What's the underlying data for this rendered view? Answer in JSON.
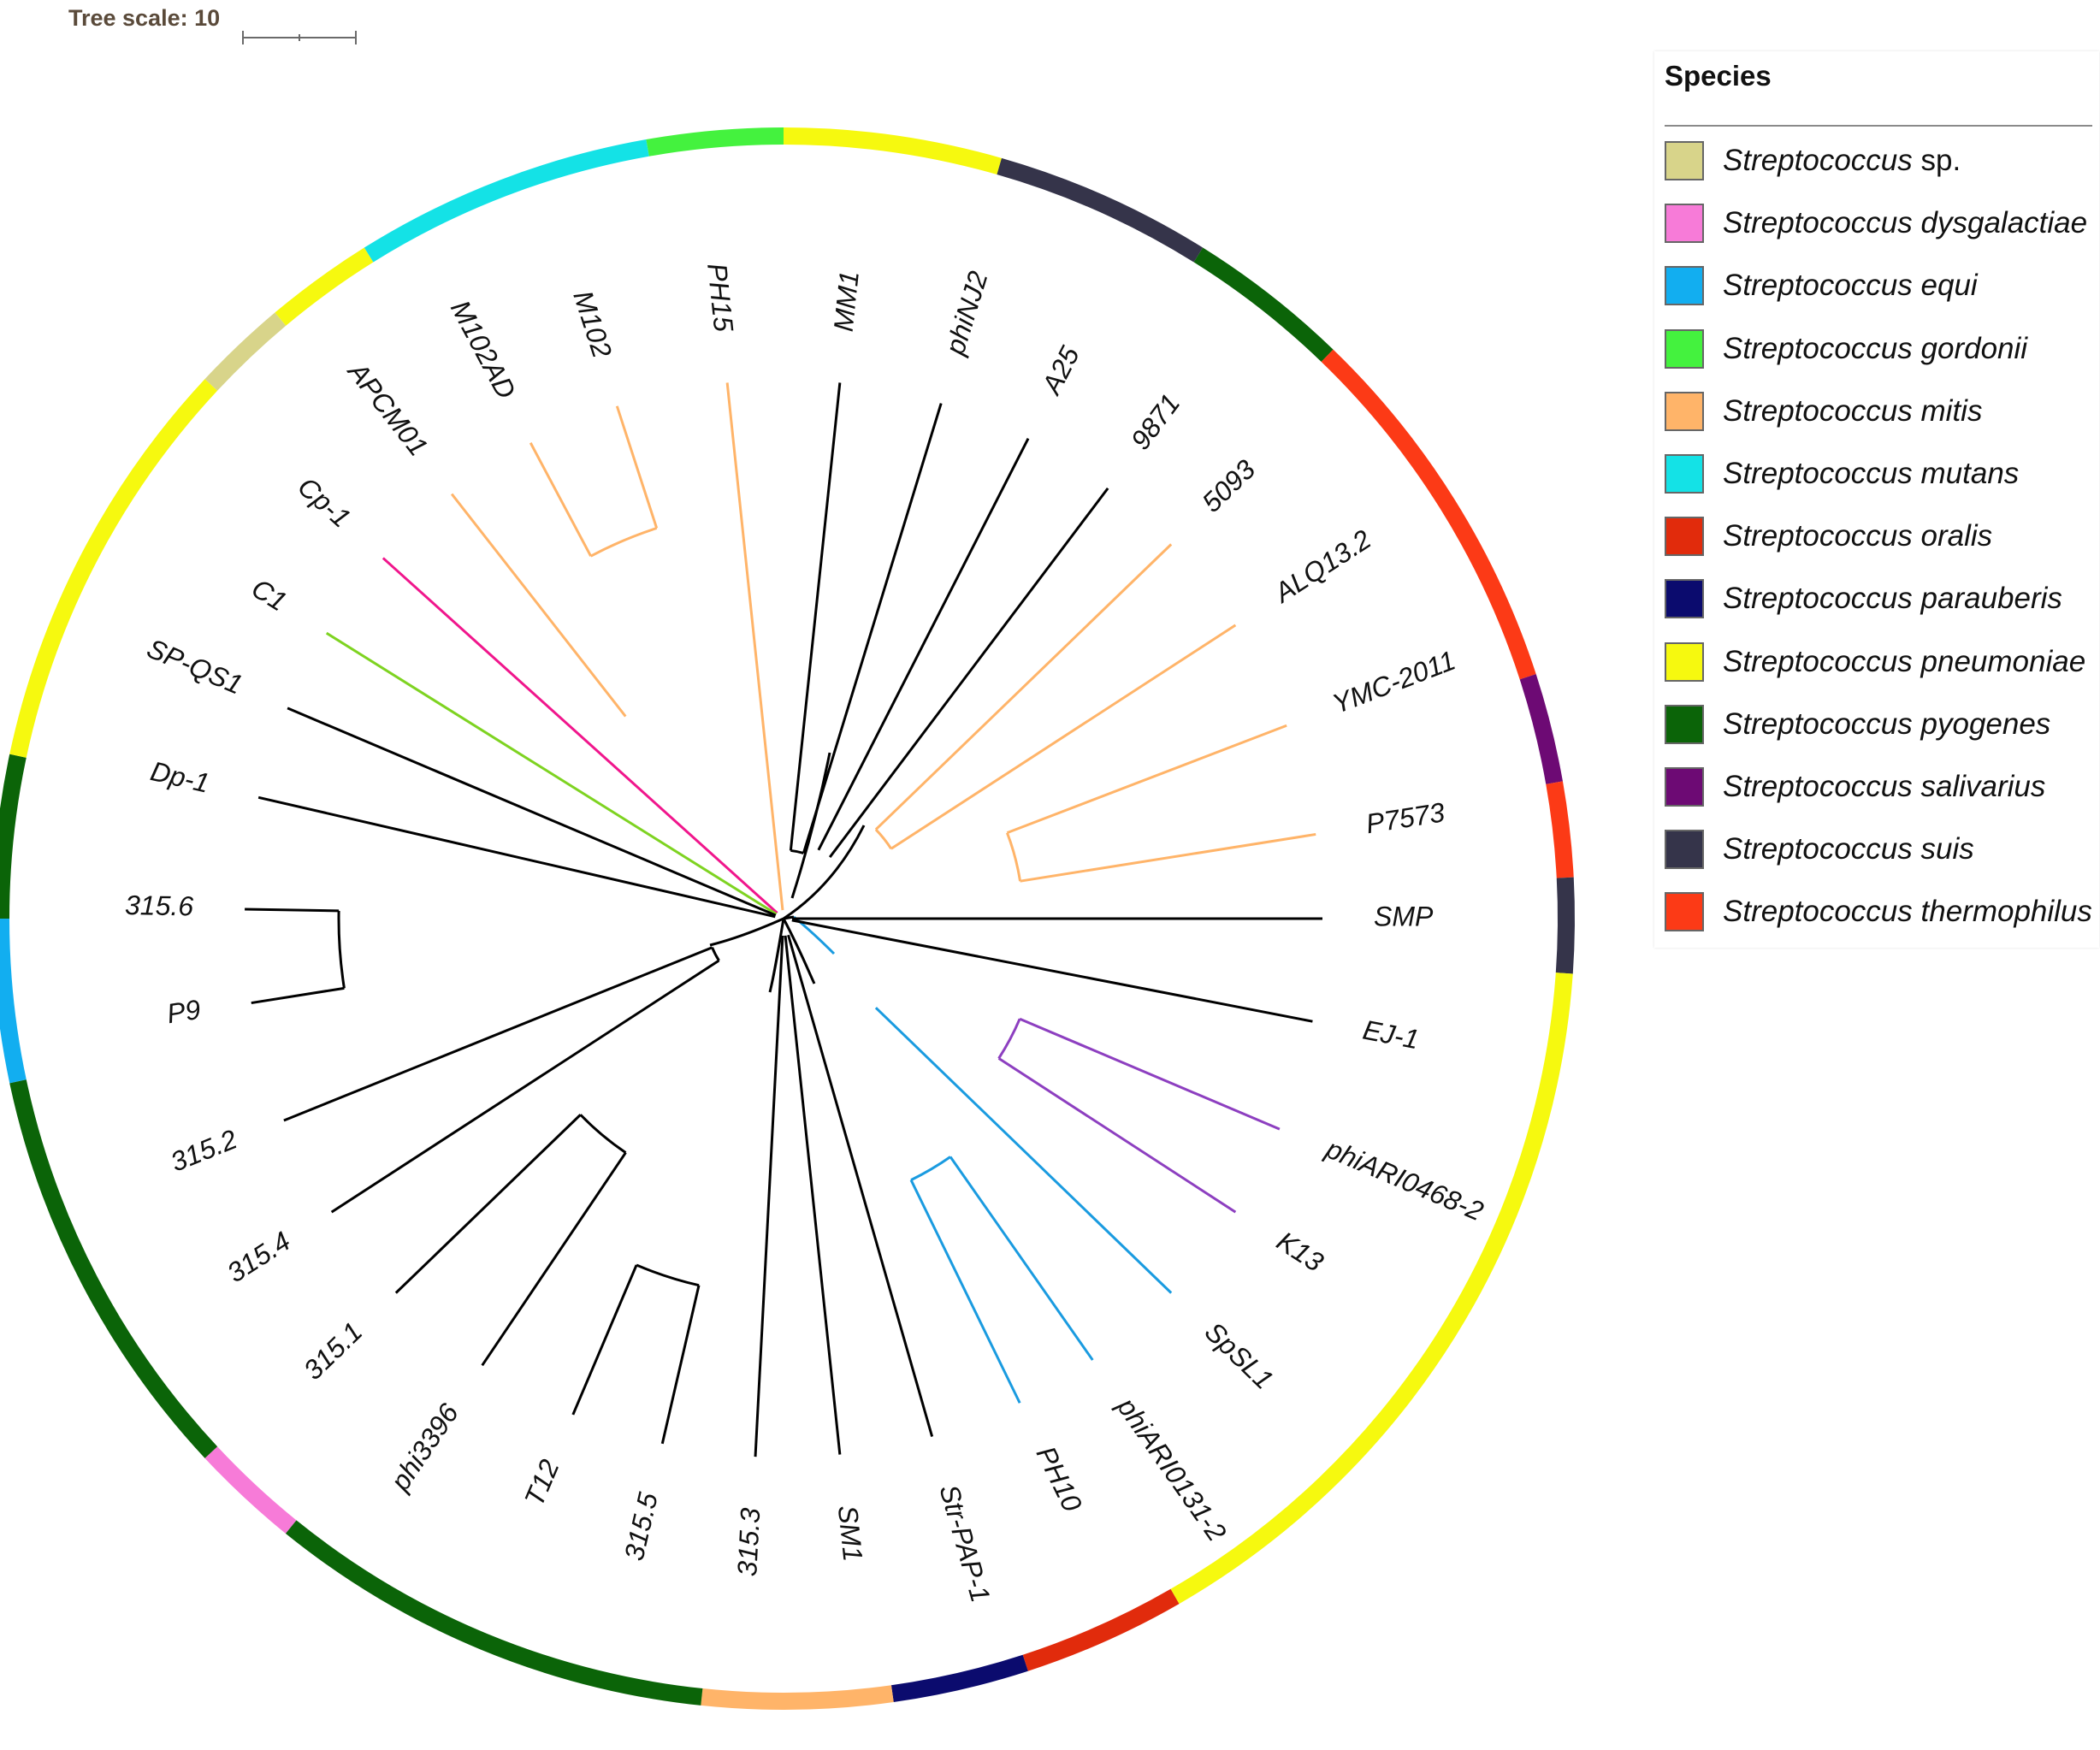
{
  "scale": {
    "label": "Tree scale: 10"
  },
  "legend": {
    "title": "Species",
    "items": [
      {
        "genus": "Streptococcus",
        "epithet": "sp.",
        "color": "#d8d48a",
        "italic_epithet": false
      },
      {
        "genus": "Streptococcus",
        "epithet": "dysgalactiae",
        "color": "#f77bd8",
        "italic_epithet": true
      },
      {
        "genus": "Streptococcus",
        "epithet": "equi",
        "color": "#12aef0",
        "italic_epithet": true
      },
      {
        "genus": "Streptococcus",
        "epithet": "gordonii",
        "color": "#44f23e",
        "italic_epithet": true
      },
      {
        "genus": "Streptococcus",
        "epithet": "mitis",
        "color": "#ffb469",
        "italic_epithet": true
      },
      {
        "genus": "Streptococcus",
        "epithet": "mutans",
        "color": "#14e2e6",
        "italic_epithet": true
      },
      {
        "genus": "Streptococcus",
        "epithet": "oralis",
        "color": "#e12b0c",
        "italic_epithet": true
      },
      {
        "genus": "Streptococcus",
        "epithet": "parauberis",
        "color": "#0b0b6e",
        "italic_epithet": true
      },
      {
        "genus": "Streptococcus",
        "epithet": "pneumoniae",
        "color": "#f6f90f",
        "italic_epithet": true
      },
      {
        "genus": "Streptococcus",
        "epithet": "pyogenes",
        "color": "#0b6408",
        "italic_epithet": true
      },
      {
        "genus": "Streptococcus",
        "epithet": "salivarius",
        "color": "#6d0a74",
        "italic_epithet": true
      },
      {
        "genus": "Streptococcus",
        "epithet": "suis",
        "color": "#35344a",
        "italic_epithet": true
      },
      {
        "genus": "Streptococcus",
        "epithet": "thermophilus",
        "color": "#fc3a16",
        "italic_epithet": true
      }
    ]
  },
  "tree": {
    "leaves": [
      {
        "name": "SMP",
        "angle": 0,
        "color": "#000000",
        "label_color": "#3a2410"
      },
      {
        "name": "P7573",
        "angle": -9,
        "color": "#ffb469"
      },
      {
        "name": "YMC-2011",
        "angle": -21,
        "color": "#ffb469"
      },
      {
        "name": "ALQ13.2",
        "angle": -33,
        "color": "#ffb469"
      },
      {
        "name": "5093",
        "angle": -44,
        "color": "#ffb469"
      },
      {
        "name": "9871",
        "angle": -53,
        "color": "#000000"
      },
      {
        "name": "A25",
        "angle": -63,
        "color": "#000000"
      },
      {
        "name": "phiNJ2",
        "angle": -73,
        "color": "#000000"
      },
      {
        "name": "MM1",
        "angle": -84,
        "color": "#000000"
      },
      {
        "name": "PH15",
        "angle": -96,
        "color": "#ffb469"
      },
      {
        "name": "M102",
        "angle": -108,
        "color": "#ffb469"
      },
      {
        "name": "M102AD",
        "angle": -118,
        "color": "#ffb469"
      },
      {
        "name": "APCM01",
        "angle": -128,
        "color": "#ffb469"
      },
      {
        "name": "Cp-1",
        "angle": -138,
        "color": "#f0168c"
      },
      {
        "name": "C1",
        "angle": -148,
        "color": "#7ed321"
      },
      {
        "name": "SP-QS1",
        "angle": -157,
        "color": "#000000"
      },
      {
        "name": "Dp-1",
        "angle": -167,
        "color": "#000000"
      },
      {
        "name": "315.6",
        "angle": -179,
        "color": "#000000",
        "label_color": "#3a2410"
      },
      {
        "name": "P9",
        "angle": 171,
        "color": "#000000"
      },
      {
        "name": "315.2",
        "angle": 158,
        "color": "#000000"
      },
      {
        "name": "315.4",
        "angle": 147,
        "color": "#000000"
      },
      {
        "name": "315.1",
        "angle": 136,
        "color": "#000000"
      },
      {
        "name": "phi3396",
        "angle": 124,
        "color": "#000000"
      },
      {
        "name": "T12",
        "angle": 113,
        "color": "#000000"
      },
      {
        "name": "315.5",
        "angle": 103,
        "color": "#000000"
      },
      {
        "name": "315.3",
        "angle": 93,
        "color": "#000000"
      },
      {
        "name": "SM1",
        "angle": 84,
        "color": "#000000"
      },
      {
        "name": "Str-PAP-1",
        "angle": 74,
        "color": "#000000"
      },
      {
        "name": "PH10",
        "angle": 64,
        "color": "#1a9be0"
      },
      {
        "name": "phiARI0131-2",
        "angle": 55,
        "color": "#1a9be0"
      },
      {
        "name": "SpSL1",
        "angle": 44,
        "color": "#1a9be0"
      },
      {
        "name": "K13",
        "angle": 33,
        "color": "#8d3fc0"
      },
      {
        "name": "phiARI0468-2",
        "angle": 23,
        "color": "#8d3fc0"
      },
      {
        "name": "EJ-1",
        "angle": 11,
        "color": "#000000"
      }
    ],
    "ring": [
      {
        "from": -90,
        "to": -74,
        "color": "#f6f90f"
      },
      {
        "from": -74,
        "to": -58,
        "color": "#35344a"
      },
      {
        "from": -58,
        "to": -46,
        "color": "#0b6408"
      },
      {
        "from": -46,
        "to": -18,
        "color": "#fc3a16"
      },
      {
        "from": -18,
        "to": -10,
        "color": "#6d0a74"
      },
      {
        "from": -10,
        "to": -3,
        "color": "#fc3a16"
      },
      {
        "from": -3,
        "to": 4,
        "color": "#35344a"
      },
      {
        "from": 4,
        "to": 60,
        "color": "#f6f90f"
      },
      {
        "from": 60,
        "to": 72,
        "color": "#e12b0c"
      },
      {
        "from": 72,
        "to": 82,
        "color": "#0b0b6e"
      },
      {
        "from": 82,
        "to": 96,
        "color": "#ffb469"
      },
      {
        "from": 96,
        "to": 129,
        "color": "#0b6408"
      },
      {
        "from": 129,
        "to": 137,
        "color": "#f77bd8"
      },
      {
        "from": 137,
        "to": 168,
        "color": "#0b6408"
      },
      {
        "from": 168,
        "to": 180,
        "color": "#12aef0"
      },
      {
        "from": 180,
        "to": 192,
        "color": "#0b6408"
      },
      {
        "from": 192,
        "to": 223,
        "color": "#f6f90f"
      },
      {
        "from": 223,
        "to": 230,
        "color": "#d8d48a"
      },
      {
        "from": 230,
        "to": 238,
        "color": "#f6f90f"
      },
      {
        "from": 238,
        "to": 260,
        "color": "#14e2e6"
      },
      {
        "from": 260,
        "to": 270,
        "color": "#44f23e"
      }
    ]
  }
}
